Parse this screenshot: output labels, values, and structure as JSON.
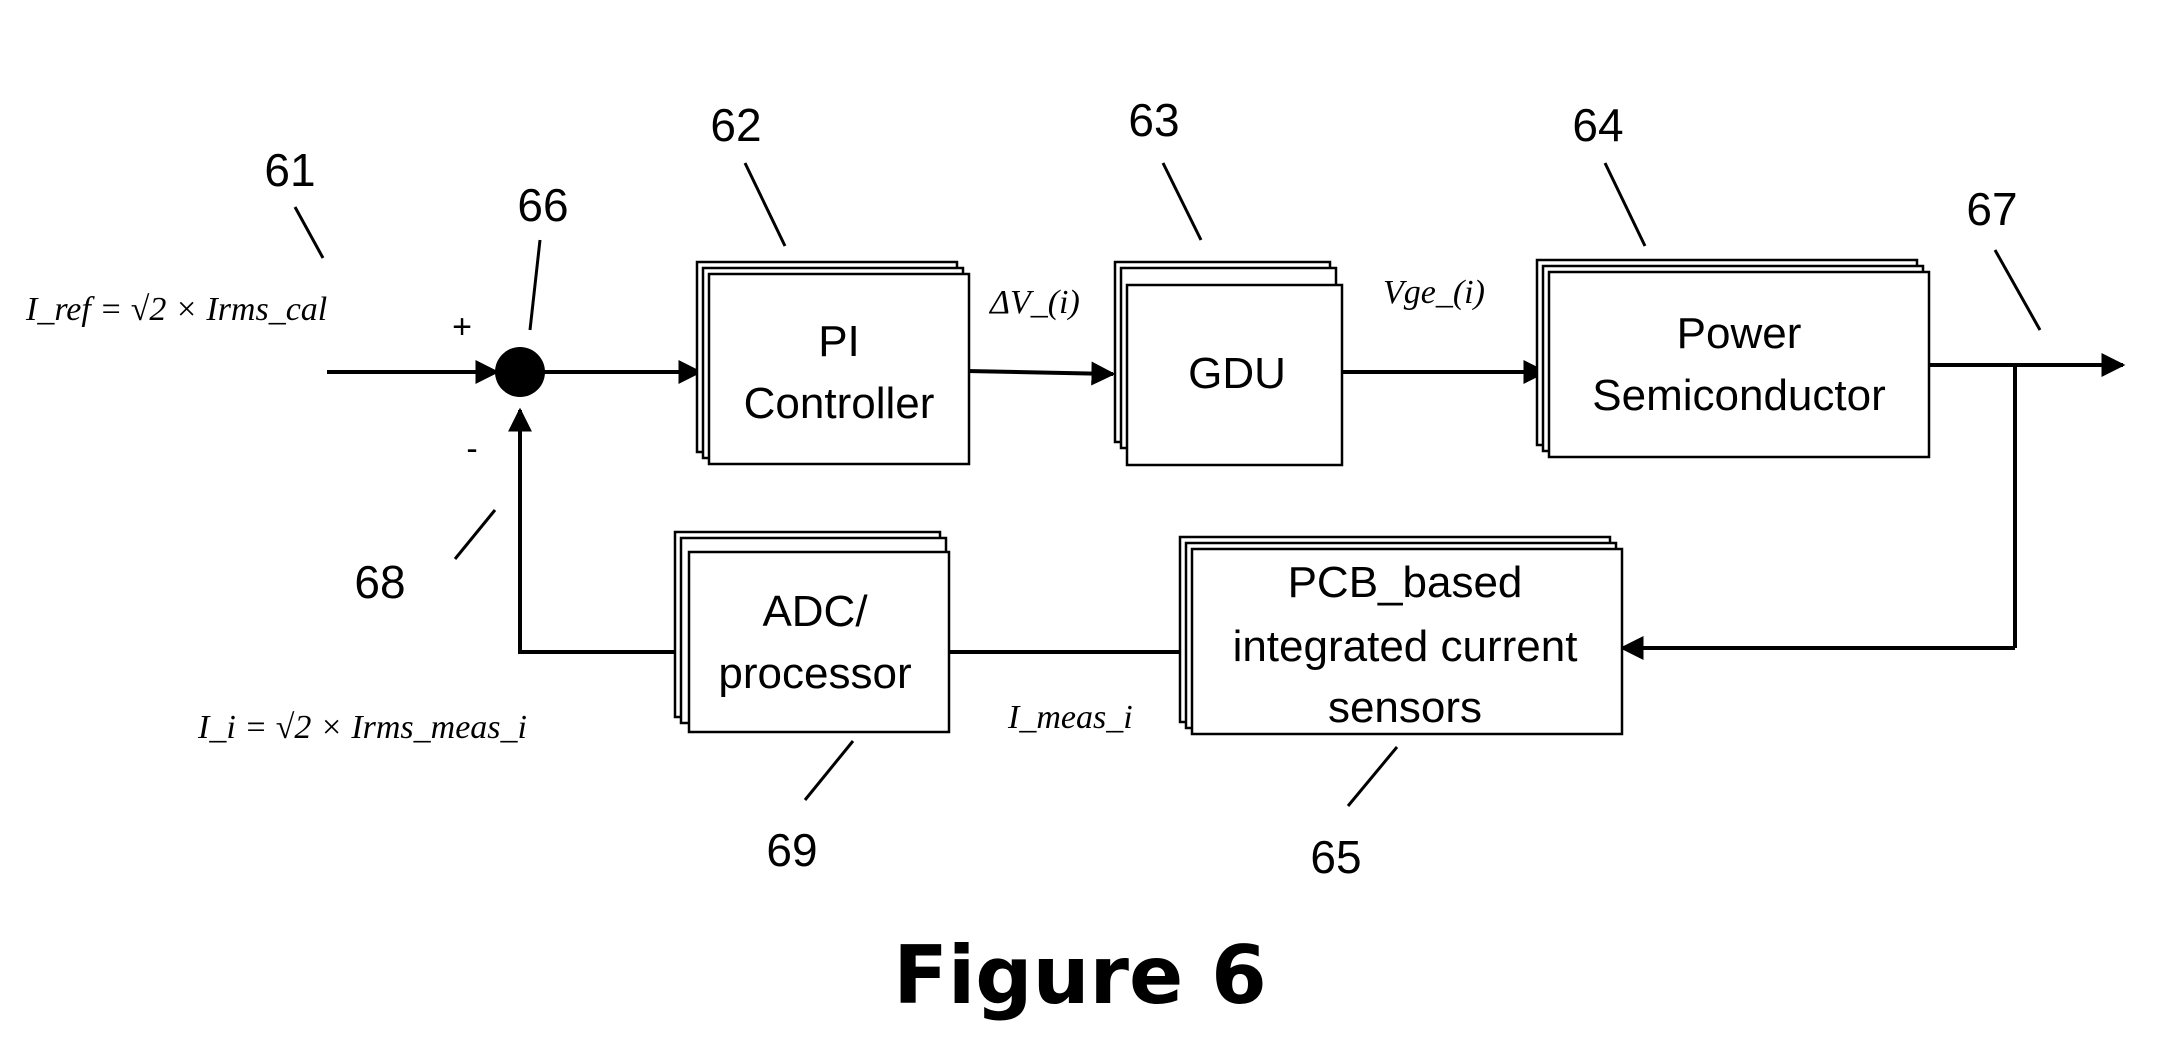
{
  "figure_title": "Figure 6",
  "blocks": {
    "pi_controller": {
      "label_lines": [
        "PI",
        "Controller"
      ],
      "ref": "62"
    },
    "gdu": {
      "label_lines": [
        "GDU"
      ],
      "ref": "63"
    },
    "power_semiconductor": {
      "label_lines": [
        "Power",
        "Semiconductor"
      ],
      "ref": "64"
    },
    "current_sensors": {
      "label_lines": [
        "PCB_based",
        "integrated current",
        "sensors"
      ],
      "ref": "65"
    },
    "adc_processor": {
      "label_lines": [
        "ADC/",
        "processor"
      ],
      "ref": "69"
    }
  },
  "summing_junction": {
    "ref": "66",
    "plus_sign": "+",
    "minus_sign": "-"
  },
  "references": {
    "input": "61",
    "output": "67",
    "feedback": "68"
  },
  "signals": {
    "reference": "I_ref = √2 × Irms_cal",
    "delta_v": "ΔV_(i)",
    "vge": "Vge_(i)",
    "i_meas": "I_meas_i",
    "feedback": "I_i = √2 × Irms_meas_i"
  }
}
